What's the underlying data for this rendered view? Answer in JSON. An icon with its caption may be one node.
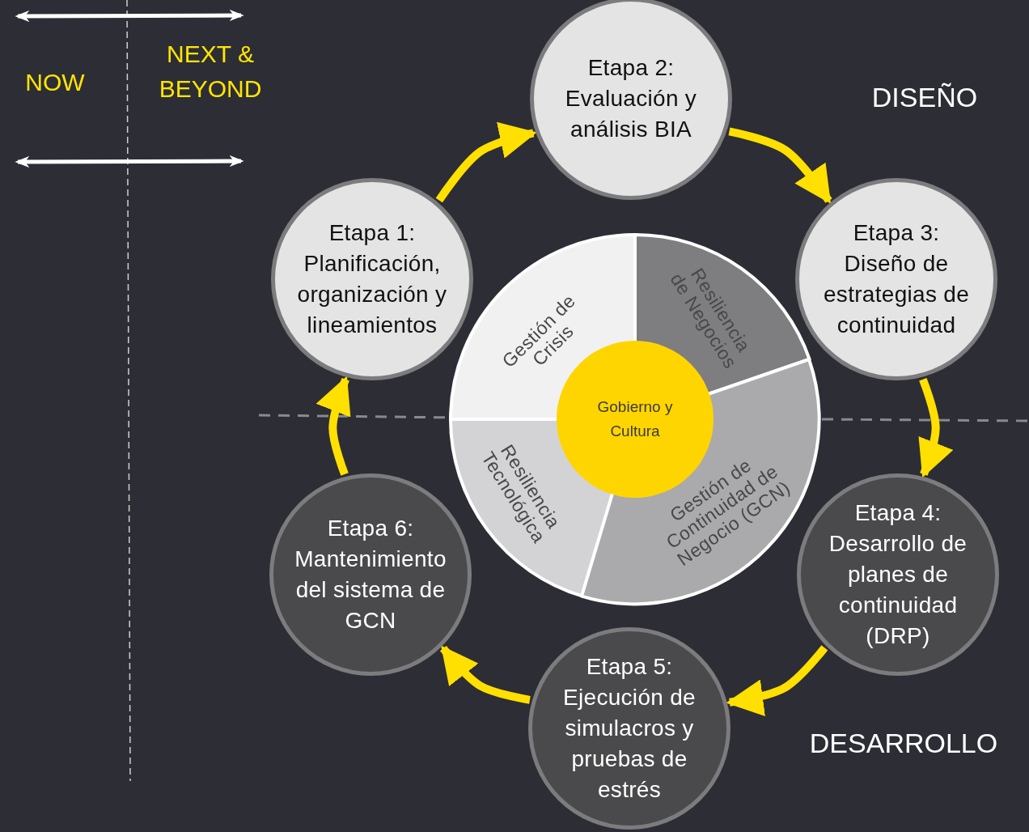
{
  "diagram": {
    "nodes": [
      {
        "text": [
          "Etapa 1:",
          "Planificación, organización y lineamientos"
        ]
      },
      {
        "text": [
          "Etapa 2:",
          "Evaluación y análisis BIA"
        ]
      },
      {
        "text": [
          "Etapa 3:",
          "Diseño de estrategias de continuidad"
        ]
      },
      {
        "text": [
          "Etapa 4:",
          "Desarrollo de planes de continuidad (DRP)"
        ]
      },
      {
        "text": [
          "Etapa 5:",
          "Ejecución de simulacros y pruebas de estrés"
        ]
      },
      {
        "text": [
          "Etapa 6:",
          "Mantenimiento del sistema de GCN"
        ]
      },
      {
        "text": [
          "Gestión de Crisis"
        ]
      },
      {
        "text": [
          "Resiliencia de Negocios"
        ]
      },
      {
        "text": [
          "Resiliencia Tecnológica"
        ]
      },
      {
        "text": [
          "Gestión de Continuidad de Negocio (GCN)"
        ]
      },
      {
        "text": [
          "Gobierno y Cultura"
        ]
      }
    ],
    "edges": [
      {
        "from": 0,
        "to": 1,
        "arrow": "to"
      },
      {
        "from": 1,
        "to": 2,
        "arrow": "to"
      },
      {
        "from": 2,
        "to": 3,
        "arrow": "to"
      },
      {
        "from": 3,
        "to": 4,
        "arrow": "to"
      },
      {
        "from": 4,
        "to": 5,
        "arrow": "to"
      },
      {
        "from": 5,
        "to": 0,
        "arrow": "to"
      }
    ],
    "labels": [
      "NOW",
      "NEXT & BEYOND",
      "DISEÑO",
      "DESARROLLO"
    ]
  }
}
